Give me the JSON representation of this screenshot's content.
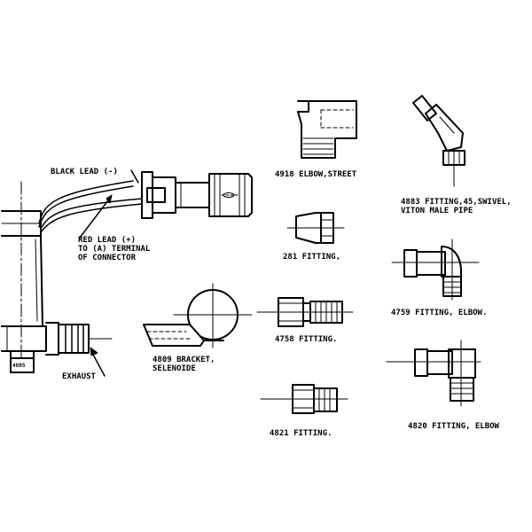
{
  "colors": {
    "ink": "#000000",
    "paper": "#ffffff"
  },
  "labels": {
    "black_lead": "BLACK LEAD (-)",
    "red_lead_1": "RED LEAD (+)",
    "red_lead_2": "TO (A) TERMINAL",
    "red_lead_3": "OF CONNECTOR",
    "part_4805": "4805",
    "exhaust": "EXHAUST",
    "bracket_1": "4809 BRACKET,",
    "bracket_2": "SELENOIDE",
    "elbow_street": "4918 ELBOW,STREET",
    "fitting_281": "281 FITTING,",
    "fitting_4758": "4758 FITTING.",
    "fitting_4821": "4821 FITTING.",
    "fitting_4883_1": "4883 FITTING,45,SWIVEL,",
    "fitting_4883_2": "VITON MALE PIPE",
    "fitting_4759": "4759 FITTING, ELBOW.",
    "fitting_4820": "4820 FITTING, ELBOW"
  }
}
